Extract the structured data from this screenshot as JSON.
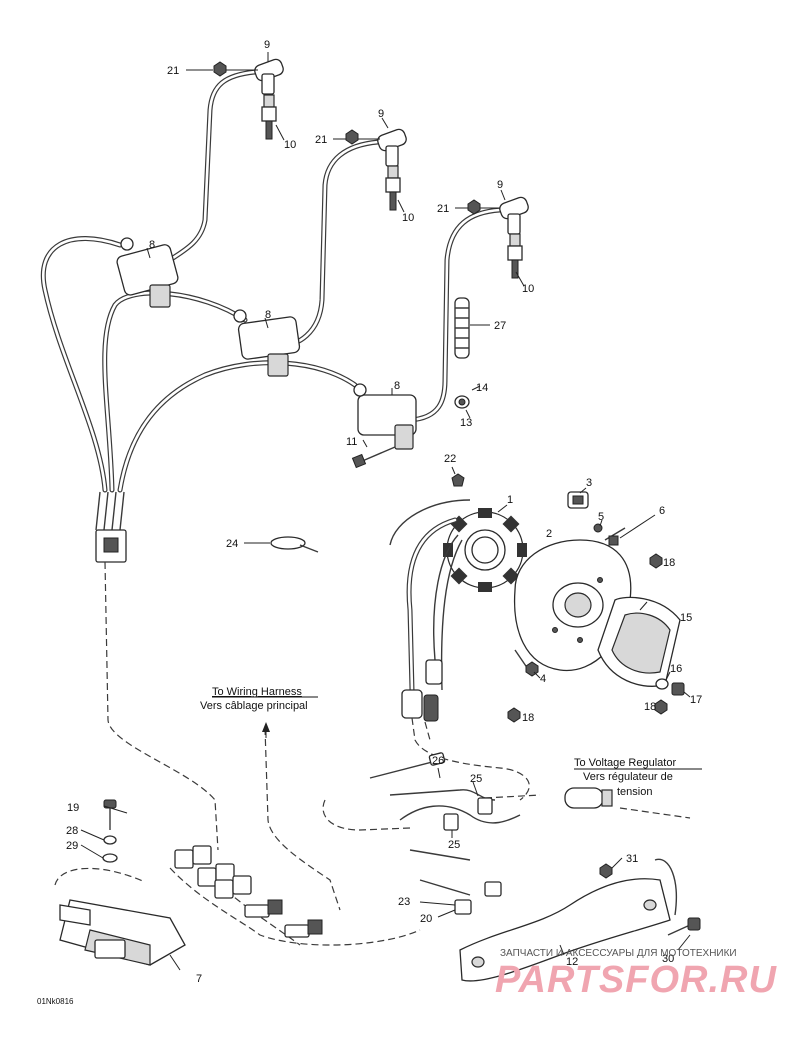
{
  "callouts": {
    "c1": "1",
    "c2": "2",
    "c3": "3",
    "c4": "4",
    "c5": "5",
    "c6": "6",
    "c7": "7",
    "c8a": "8",
    "c8b": "8",
    "c8c": "8",
    "c9a": "9",
    "c9b": "9",
    "c9c": "9",
    "c10a": "10",
    "c10b": "10",
    "c10c": "10",
    "c11": "11",
    "c12": "12",
    "c13": "13",
    "c14": "14",
    "c15": "15",
    "c16": "16",
    "c17": "17",
    "c18a": "18",
    "c18b": "18",
    "c18c": "18",
    "c19": "19",
    "c20": "20",
    "c21a": "21",
    "c21b": "21",
    "c21c": "21",
    "c22": "22",
    "c23": "23",
    "c24": "24",
    "c25a": "25",
    "c25b": "25",
    "c26": "26",
    "c27": "27",
    "c28": "28",
    "c29": "29",
    "c30": "30",
    "c31": "31"
  },
  "notes": {
    "wiring_harness_en": "To Wiring Harness",
    "wiring_harness_fr": "Vers câblage principal",
    "voltage_regulator_en": "To Voltage Regulator",
    "voltage_regulator_fr_1": "Vers régulateur de",
    "voltage_regulator_fr_2": "tension"
  },
  "diagram_code": "01Nk0816",
  "watermark": {
    "small": "ЗАПЧАСТИ И АКСЕССУАРЫ ДЛЯ МОТОТЕХНИКИ",
    "big": "PARTSFOR.RU"
  }
}
